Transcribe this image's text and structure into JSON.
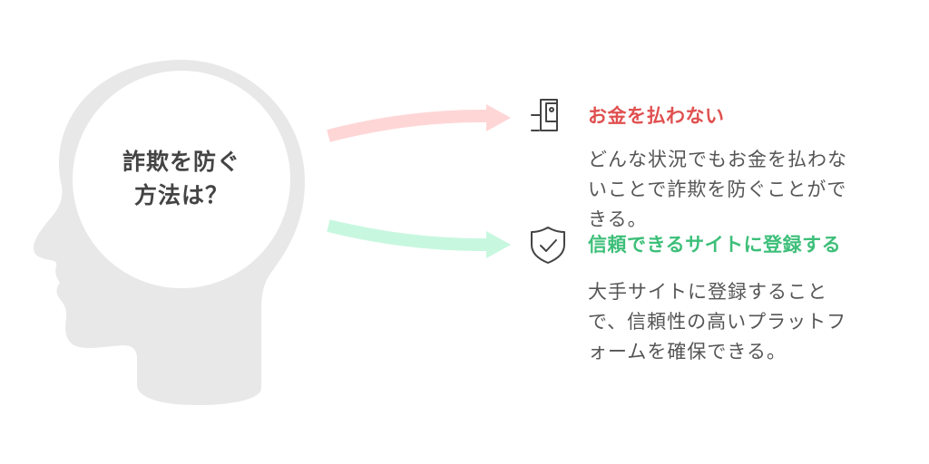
{
  "diagram": {
    "center": {
      "line1": "詐欺を防ぐ",
      "line2": "方法は？",
      "shape": "head-silhouette-icon"
    },
    "colors": {
      "head_fill": "#E8E8E8",
      "inner_circle": "#FFFFFF",
      "center_text": "#444444",
      "body_text": "#555555",
      "icon_stroke": "#444444"
    },
    "options": [
      {
        "icon": "money-hand-icon",
        "title": "お金を払わない",
        "title_color": "#E05050",
        "arrow_color": "#FFD6D6",
        "description_lines": [
          "どんな状況でもお金を払わな",
          "いことで詐欺を防ぐことがで",
          "きる。"
        ]
      },
      {
        "icon": "shield-check-icon",
        "title": "信頼できるサイトに登録する",
        "title_color": "#3DBF79",
        "arrow_color": "#C8F7E0",
        "description_lines": [
          "大手サイトに登録すること",
          "で、信頼性の高いプラットフ",
          "ォームを確保できる。"
        ]
      }
    ]
  }
}
